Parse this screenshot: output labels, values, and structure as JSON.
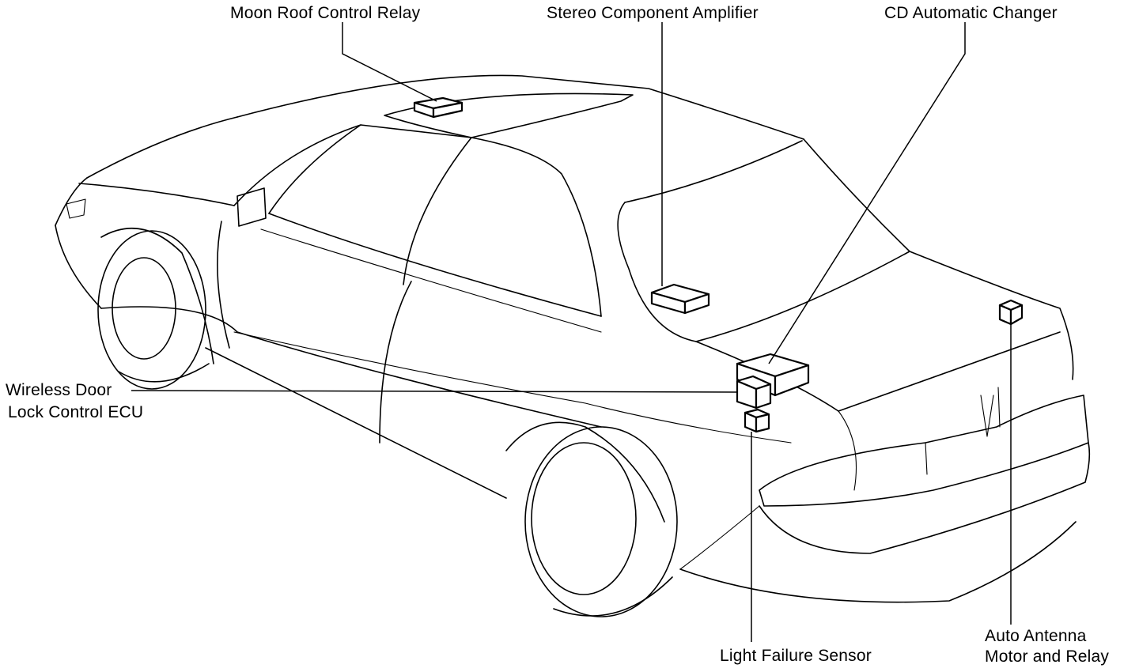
{
  "labels": {
    "moon_roof_relay": "Moon Roof Control Relay",
    "stereo_amplifier": "Stereo Component Amplifier",
    "cd_changer": "CD Automatic Changer",
    "wireless_door_line1": "Wireless Door",
    "wireless_door_line2": "Lock Control ECU",
    "light_failure_sensor": "Light Failure Sensor",
    "auto_antenna_line1": "Auto Antenna",
    "auto_antenna_line2": "Motor and Relay"
  },
  "colors": {
    "line": "#000000",
    "background": "#ffffff"
  }
}
